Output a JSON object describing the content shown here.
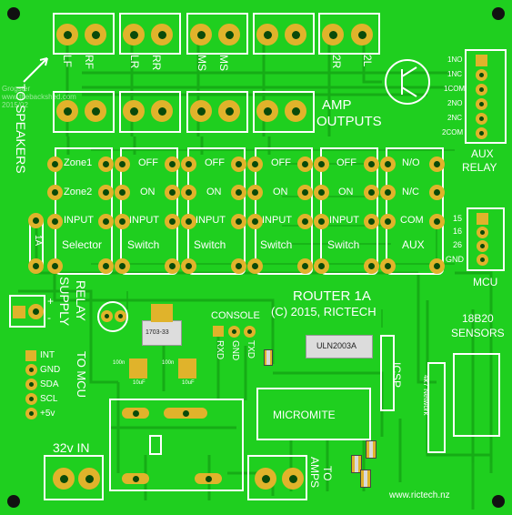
{
  "watermark": [
    "Grogster",
    "www.thebackshed.com",
    "2015/02"
  ],
  "speaker_labels": {
    "lf": "LF",
    "rf": "RF",
    "lr": "LR",
    "rr": "RR",
    "ms1": "MS",
    "ms2": "MS",
    "r2": "2R",
    "l2": "2L"
  },
  "amp_outputs": [
    "AMP",
    "OUTPUTS"
  ],
  "to_speakers": "TO SPEAKERS",
  "aux_relay": {
    "pins": [
      "1NO",
      "1NC",
      "1COM",
      "2NO",
      "2NC",
      "2COM"
    ],
    "title": [
      "AUX",
      "RELAY"
    ]
  },
  "selector_rows": [
    [
      "Zone1",
      "Zone2",
      "INPUT",
      "Selector"
    ],
    [
      "OFF",
      "ON",
      "INPUT",
      "Switch"
    ],
    [
      "OFF",
      "ON",
      "INPUT",
      "Switch"
    ],
    [
      "OFF",
      "ON",
      "INPUT",
      "Switch"
    ],
    [
      "OFF",
      "ON",
      "INPUT",
      "Switch"
    ],
    [
      "N/O",
      "N/C",
      "COM",
      "AUX"
    ]
  ],
  "fuse_label": "1A",
  "mcu": {
    "pins": [
      "15",
      "16",
      "26",
      "GND"
    ],
    "title": "MCU"
  },
  "relay_supply": [
    "RELAY",
    "SUPPLY"
  ],
  "polarity": [
    "+",
    "-"
  ],
  "router": {
    "title": "ROUTER 1A",
    "copyright": "(C) 2015, RICTECH"
  },
  "regulator": "1703-33",
  "console": {
    "title": "CONSOLE",
    "pins": [
      "RXD",
      "GND",
      "TXD"
    ]
  },
  "uln": "ULN2003A",
  "sensors": [
    "18B20",
    "SENSORS"
  ],
  "to_mcu": {
    "pins": [
      "INT",
      "GND",
      "SDA",
      "SCL",
      "+5v"
    ],
    "title": "TO MCU"
  },
  "caps": [
    "10uF",
    "10uF"
  ],
  "small_labels": [
    "100n",
    "100n"
  ],
  "icsp": "ICSP",
  "network": "4k7 Network",
  "micromite": "MICROMITE",
  "input_32v": "32v IN",
  "to_amps": [
    "TO",
    "AMPS"
  ],
  "website": "www.rictech.nz",
  "colors": {
    "board": "#1fcf1f",
    "pad": "#e0b32b",
    "silk": "#ffffff",
    "trace": "#17a817"
  }
}
